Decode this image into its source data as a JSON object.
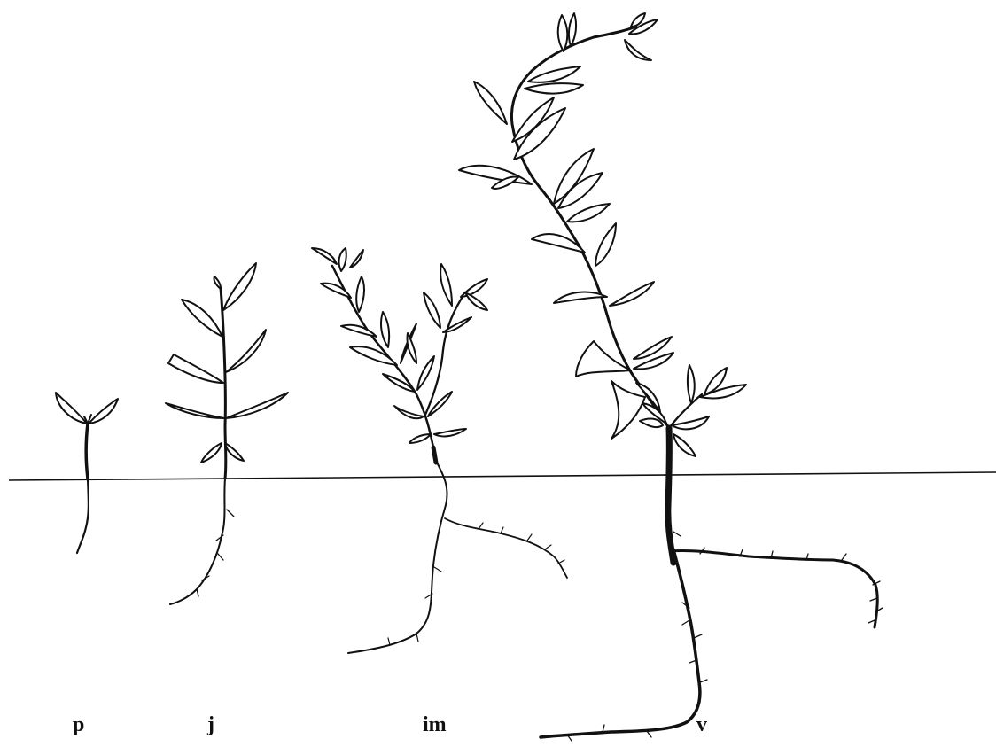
{
  "stages": [
    {
      "id": "p",
      "label": "p"
    },
    {
      "id": "j",
      "label": "j"
    },
    {
      "id": "im",
      "label": "im"
    },
    {
      "id": "v",
      "label": "v"
    }
  ],
  "colors": {
    "ink": "#111111",
    "background": "#ffffff"
  }
}
